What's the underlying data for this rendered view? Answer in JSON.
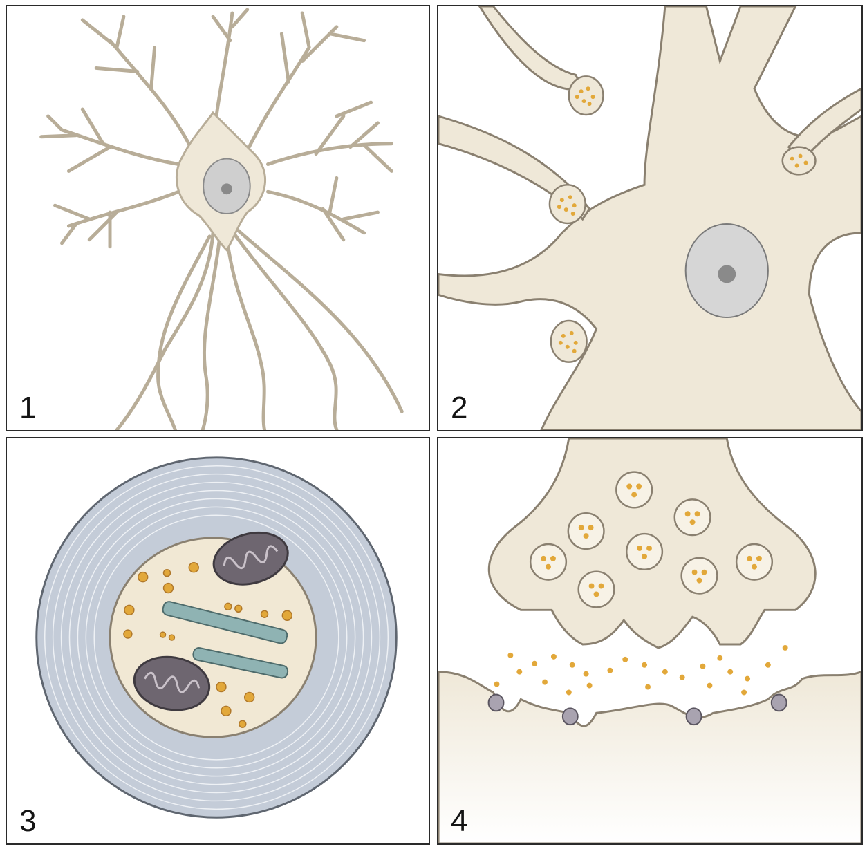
{
  "panels": [
    {
      "label": "1"
    },
    {
      "label": "2"
    },
    {
      "label": "3"
    },
    {
      "label": "4"
    }
  ],
  "colors": {
    "cell_fill": "#efe8d8",
    "cell_outline": "#8a8070",
    "nucleus": "#cfcfcf",
    "vesicle": "#e2a83a",
    "myelin": "#b9c3d0",
    "mitochondria": "#6e6670",
    "microtubule": "#8fb3b3"
  }
}
